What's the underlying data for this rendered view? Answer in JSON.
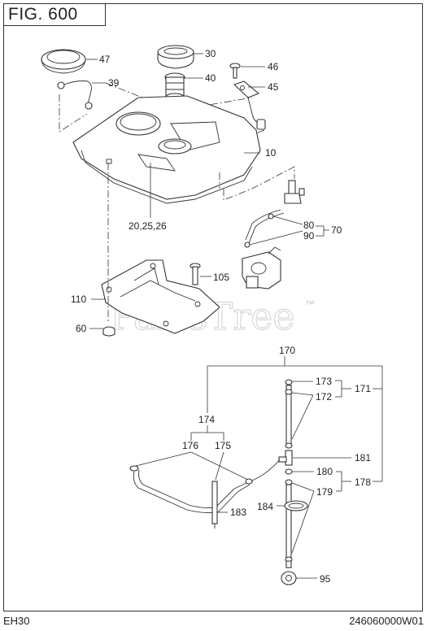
{
  "figure": {
    "title": "FIG. 600"
  },
  "footer": {
    "model": "EH30",
    "code": "246060000W01"
  },
  "watermark": {
    "text": "PartsTree",
    "mark": "™"
  },
  "callouts": {
    "c47": "47",
    "c39": "39",
    "c30": "30",
    "c40": "40",
    "c46": "46",
    "c45": "45",
    "c10": "10",
    "c20": "20,25,26",
    "c80": "80",
    "c90": "90",
    "c70": "70",
    "c105": "105",
    "c110": "110",
    "c60": "60",
    "c170": "170",
    "c173": "173",
    "c172": "172",
    "c171": "171",
    "c174": "174",
    "c176": "176",
    "c175": "175",
    "c181": "181",
    "c180": "180",
    "c179": "179",
    "c178": "178",
    "c184": "184",
    "c183": "183",
    "c95": "95"
  }
}
